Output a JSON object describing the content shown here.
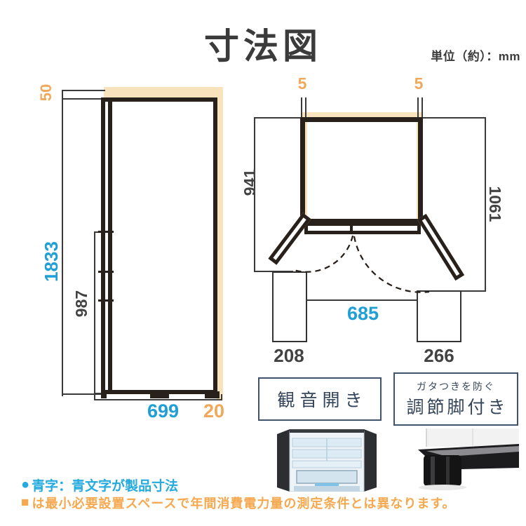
{
  "title": "寸法図",
  "unit_note": "単位（約）：mm",
  "side_view": {
    "top_clearance": "50",
    "height": "1833",
    "lower_door_height": "987",
    "depth": "699",
    "rear_clearance": "20"
  },
  "top_view": {
    "left_clearance": "5",
    "right_clearance": "5",
    "left_open_space": "941",
    "right_open_space": "1061",
    "width": "685",
    "left_door_protrusion": "208",
    "right_door_protrusion": "266"
  },
  "features": {
    "door_type": "観音開き",
    "feet_caption_small": "ガタつきを防ぐ",
    "feet_caption_large": "調節脚付き"
  },
  "legend": {
    "blue_bullet": "●",
    "blue_note": "青字：青文字が製品寸法",
    "orange_bullet": "■",
    "orange_note": "は最小必要設置スペースで年間消費電力量の測定条件とは異なります。"
  },
  "colors": {
    "accent_blue": "#1f9fd6",
    "accent_orange": "#f0a95a",
    "highlight_tan": "#f8e3bd",
    "line_dark": "#28201a"
  }
}
